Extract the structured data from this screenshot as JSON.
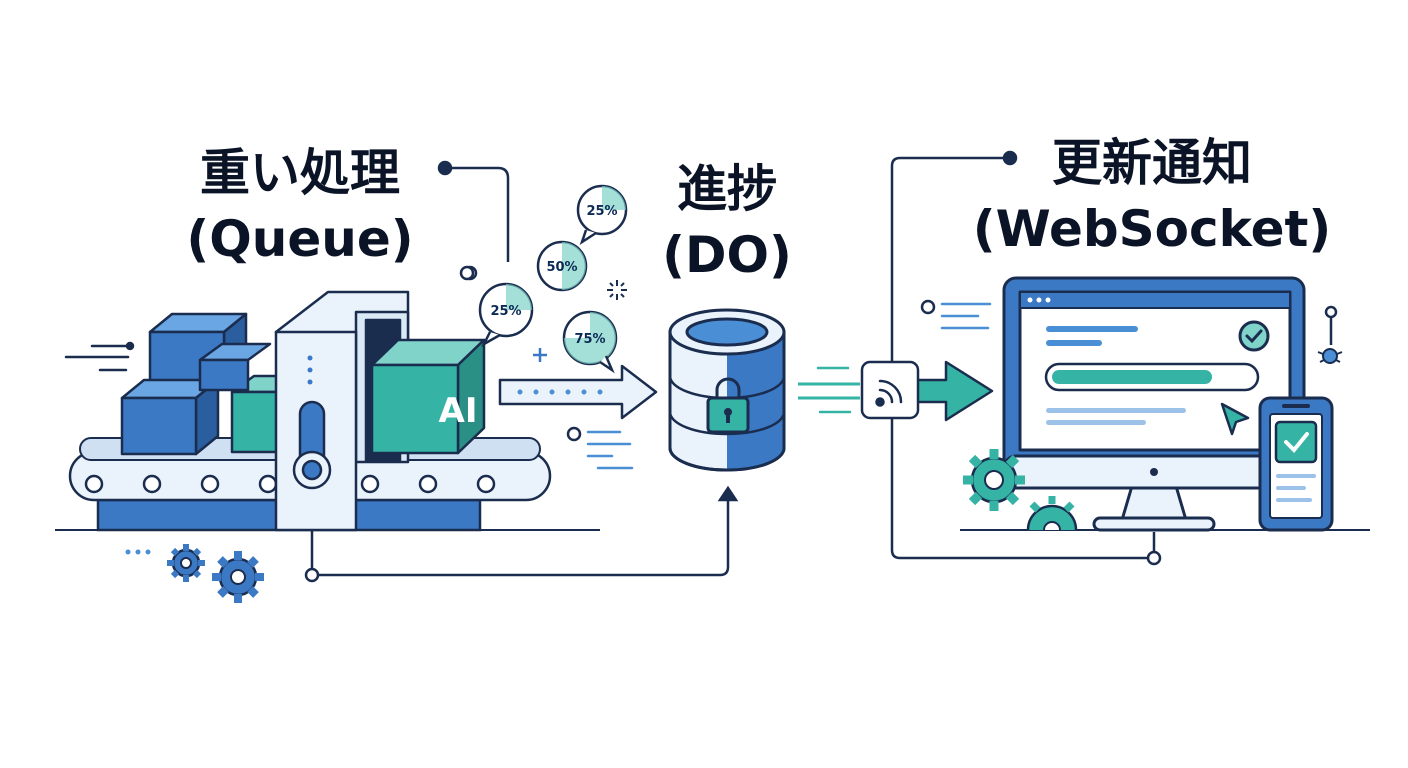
{
  "stages": [
    {
      "title": "重い処理",
      "subtitle": "(Queue)"
    },
    {
      "title": "進捗",
      "subtitle": "(DO)"
    },
    {
      "title": "更新通知",
      "subtitle": "(WebSocket)"
    }
  ],
  "machine": {
    "cube_label": "AI"
  },
  "progress_badges": [
    "25%",
    "50%",
    "25%",
    "75%"
  ],
  "colors": {
    "ink": "#0b1426",
    "blue": "#2e6db8",
    "blue_light": "#4a8fd6",
    "teal": "#35b3a5",
    "pale": "#e6f0fa",
    "line": "#1b2d4f"
  }
}
